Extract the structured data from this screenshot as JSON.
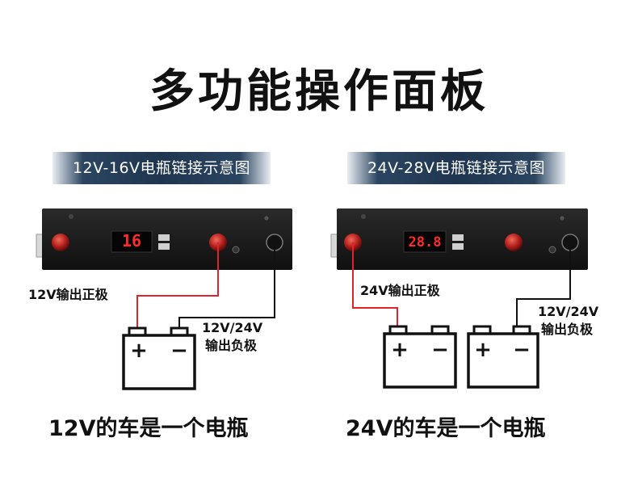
{
  "title": "多功能操作面板",
  "left": {
    "banner": "12V-16V电瓶链接示意图",
    "display": "16",
    "label_positive": "12V输出正极",
    "label_negative_line1": "12V/24V",
    "label_negative_line2": "输出负极",
    "caption": "12V的车是一个电瓶"
  },
  "right": {
    "banner": "24V-28V电瓶链接示意图",
    "display": "28.8",
    "label_positive": "24V输出正极",
    "label_negative_line1": "12V/24V",
    "label_negative_line2": "输出负极",
    "caption": "24V的车是一个电瓶"
  },
  "battery_symbols": {
    "plus": "+",
    "minus": "−"
  },
  "colors": {
    "banner_bg": "#1f3550",
    "positive_wire": "#e0232b",
    "negative_wire": "#111111",
    "panel": "#1b1b1b",
    "display_digits": "#ff2a2a"
  }
}
